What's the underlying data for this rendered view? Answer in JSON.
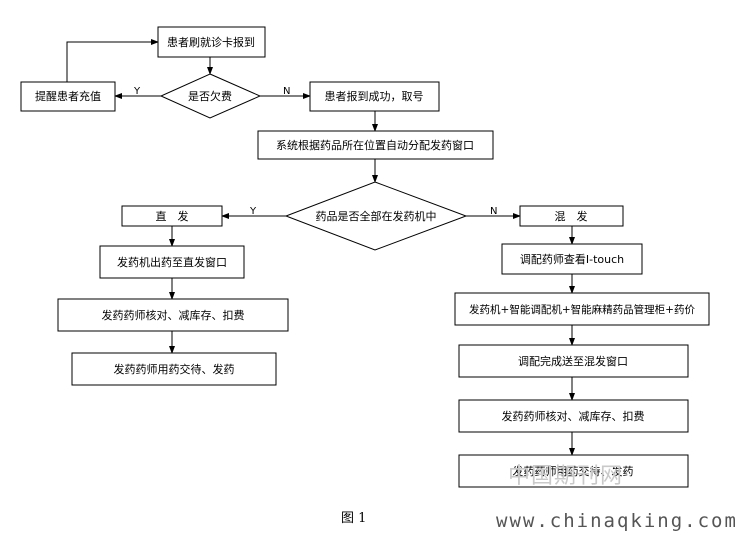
{
  "nodes": {
    "swipe_card": "患者刷就诊卡报到",
    "arrears_check": "是否欠费",
    "remind_recharge": "提醒患者充值",
    "report_success": "患者报到成功，取号",
    "auto_assign": "系统根据药品所在位置自动分配发药窗口",
    "all_in_machine": "药品是否全部在发药机中",
    "direct_dispense": "直　发",
    "mixed_dispense": "混　发",
    "machine_to_window": "发药机出药至直发窗口",
    "check_left": "发药药师核对、减库存、扣费",
    "handover_left": "发药药师用药交待、发药",
    "itouch_view": "调配药师查看I-touch",
    "machines_combo": "发药机+智能调配机+智能麻精药品管理柜+药价",
    "send_mixed_window": "调配完成送至混发窗口",
    "check_right": "发药药师核对、减库存、扣费",
    "handover_right": "发药药师用药交待、发药"
  },
  "edge_labels": {
    "arrears_yes": "Y",
    "arrears_no": "N",
    "all_yes": "Y",
    "all_no": "N"
  },
  "caption": "图 1",
  "watermark": "中国期刊网",
  "site_url": "www.chinaqking.com"
}
